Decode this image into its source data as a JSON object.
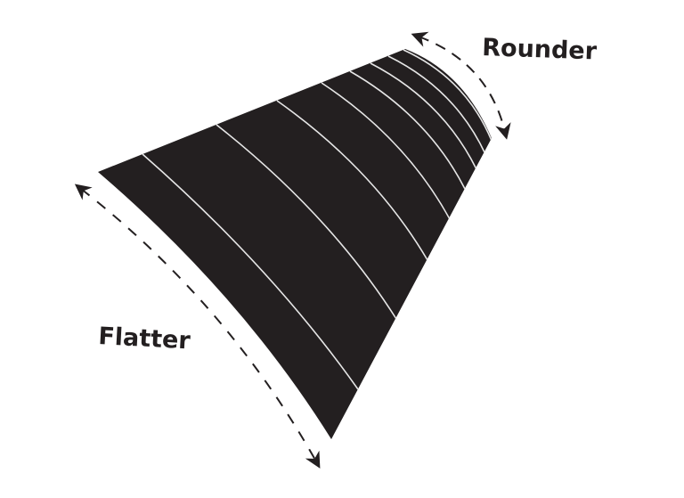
{
  "diagram": {
    "type": "curved-panel-illustration",
    "labels": {
      "rounder": "Rounder",
      "flatter": "Flatter"
    },
    "colors": {
      "shape_fill": "#231f20",
      "stripe": "#e6e6e6",
      "arrow": "#231f20",
      "background": "#ffffff"
    },
    "stripe_count": 8,
    "arrows": [
      {
        "name": "rounder-arrow",
        "style": "dashed",
        "direction": "bidirectional",
        "along": "short curved end"
      },
      {
        "name": "flatter-arrow",
        "style": "dashed",
        "direction": "bidirectional",
        "along": "long curved edge"
      }
    ]
  }
}
